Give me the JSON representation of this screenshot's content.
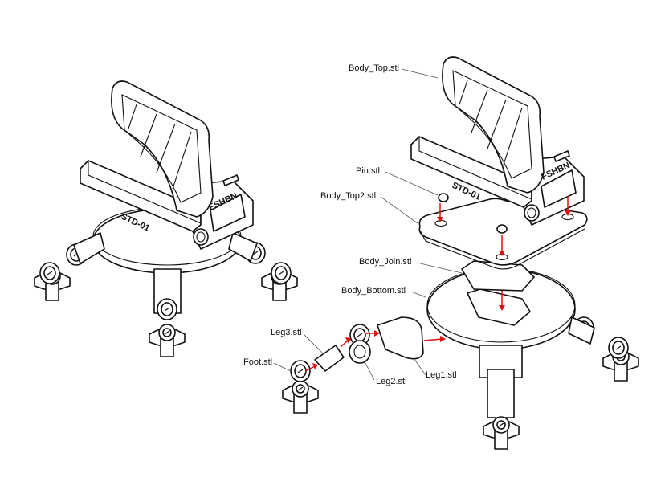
{
  "labels": {
    "body_top": "Body_Top.stl",
    "pin": "Pin.stl",
    "body_top2": "Body_Top2.stl",
    "body_join": "Body_Join.stl",
    "body_bottom": "Body_Bottom.stl",
    "leg3": "Leg3.stl",
    "foot": "Foot.stl",
    "leg2": "Leg2.stl",
    "leg1": "Leg1.stl"
  },
  "part_markings": {
    "model": "STD-01",
    "brand": "FSHBN"
  },
  "colors": {
    "line": "#111111",
    "assembly_arrow": "#e01010"
  }
}
